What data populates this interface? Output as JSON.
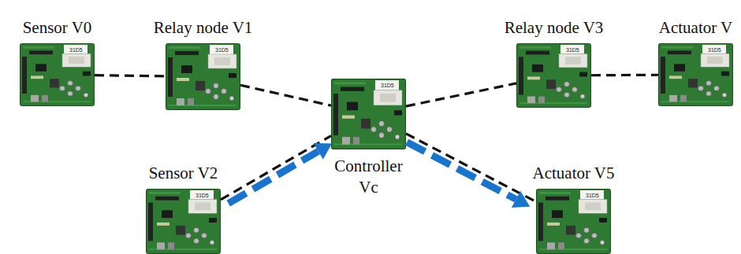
{
  "diagram": {
    "nodes": [
      {
        "text": [
          "Sensor V0"
        ]
      },
      {
        "text": [
          "Relay node V1"
        ]
      },
      {
        "text": [
          "Relay node V3"
        ]
      },
      {
        "text": [
          "Actuator V"
        ]
      },
      {
        "text": [
          "Controller Vc"
        ]
      },
      {
        "text": [
          "Sensor V2"
        ]
      },
      {
        "text": [
          "Actuator V5"
        ]
      }
    ],
    "edges": [
      {
        "from": 0,
        "to": 1,
        "arrow": "none"
      },
      {
        "from": 1,
        "to": 4,
        "arrow": "none"
      },
      {
        "from": 4,
        "to": 2,
        "arrow": "none"
      },
      {
        "from": 2,
        "to": 3,
        "arrow": "none"
      },
      {
        "from": 5,
        "to": 4,
        "arrow": "to"
      },
      {
        "from": 4,
        "to": 6,
        "arrow": "to"
      }
    ],
    "labels": [
      "31D5",
      "31D5",
      "31D5",
      "31D5",
      "31D5",
      "31D5",
      "31D5"
    ]
  }
}
